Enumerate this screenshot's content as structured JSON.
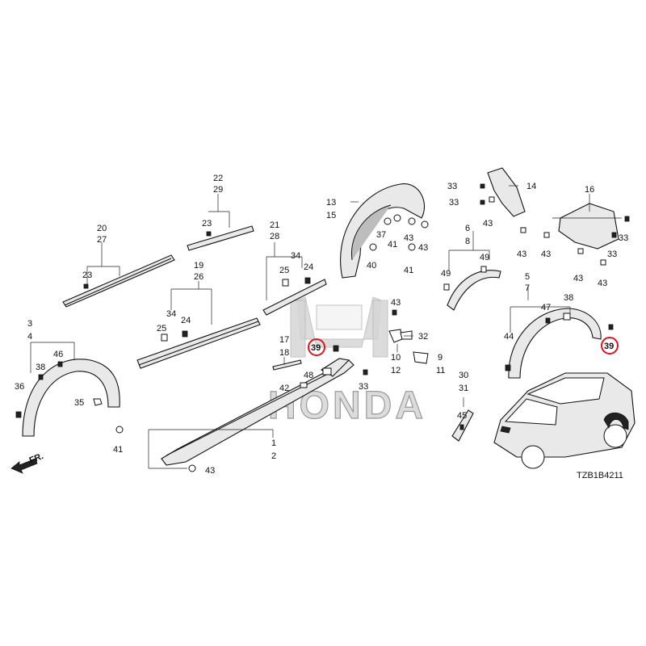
{
  "diagram_code": "TZB1B4211",
  "brand_watermark": "HONDA",
  "front_indicator": "FR.",
  "highlight_color": "#e0141e",
  "callouts": {
    "c1": "1",
    "c2": "2",
    "c3": "3",
    "c4": "4",
    "c5": "5",
    "c6": "6",
    "c7": "7",
    "c8": "8",
    "c9": "9",
    "c10": "10",
    "c11": "11",
    "c12": "12",
    "c13": "13",
    "c14": "14",
    "c15": "15",
    "c16": "16",
    "c17": "17",
    "c18": "18",
    "c19": "19",
    "c20": "20",
    "c21": "21",
    "c22": "22",
    "c23": "23",
    "c24": "24",
    "c25": "25",
    "c26": "26",
    "c27": "27",
    "c28": "28",
    "c29": "29",
    "c30": "30",
    "c31": "31",
    "c32": "32",
    "c33": "33",
    "c34": "34",
    "c35": "35",
    "c36": "36",
    "c37": "37",
    "c38": "38",
    "c39": "39",
    "c40": "40",
    "c41": "41",
    "c42": "42",
    "c43": "43",
    "c44": "44",
    "c45": "45",
    "c46": "46",
    "c47": "47",
    "c48": "48",
    "c49": "49"
  }
}
